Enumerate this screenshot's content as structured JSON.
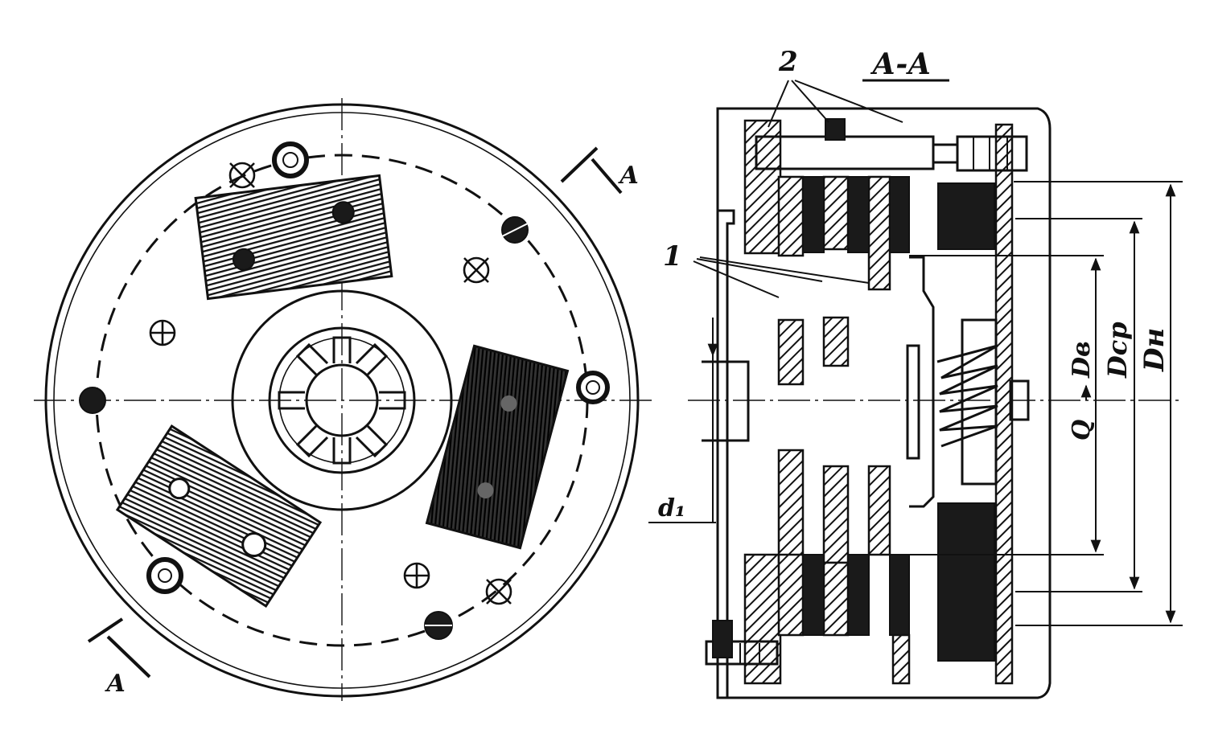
{
  "labels": {
    "section_title": "А-А",
    "section_mark_top": "А",
    "section_mark_bottom": "А",
    "callout_friction_discs": "1",
    "callout_pads": "2",
    "dim_inner": "Dв",
    "dim_mean": "Dср",
    "dim_outer": "Dн",
    "dim_shaft": "d₁",
    "force_q": "Q"
  }
}
